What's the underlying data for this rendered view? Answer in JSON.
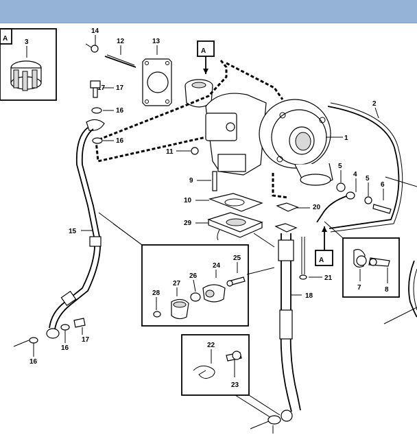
{
  "diagram": {
    "callout_letter": "A",
    "part_numbers": {
      "p1": "1",
      "p2": "2",
      "p3": "3",
      "p4": "4",
      "p5a": "5",
      "p5b": "5",
      "p6": "6",
      "p7": "7",
      "p8": "8",
      "p9": "9",
      "p10": "10",
      "p11": "11",
      "p12": "12",
      "p13": "13",
      "p14": "14",
      "p15": "15",
      "p16a": "16",
      "p16b": "16",
      "p16c": "16",
      "p16d": "16",
      "p17a": "17",
      "p17b": "17",
      "p18": "18",
      "p20": "20",
      "p21": "21",
      "p22": "22",
      "p23": "23",
      "p24": "24",
      "p25": "25",
      "p26": "26",
      "p27": "27",
      "p28": "28",
      "p29": "29"
    }
  }
}
